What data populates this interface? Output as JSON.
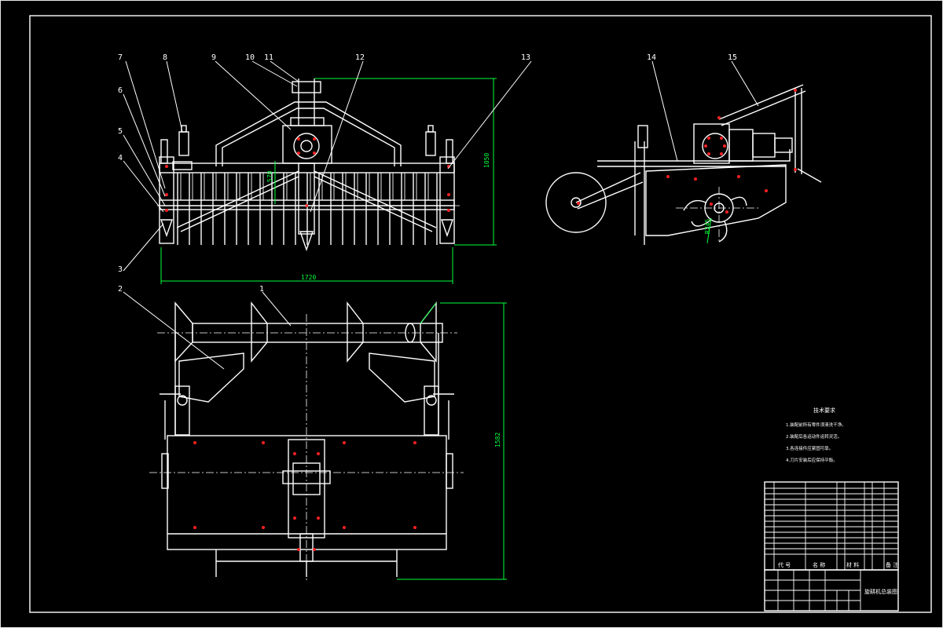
{
  "part_labels": [
    "1",
    "2",
    "3",
    "4",
    "5",
    "6",
    "7",
    "8",
    "9",
    "10",
    "11",
    "12",
    "13",
    "14",
    "15"
  ],
  "dimensions": {
    "front_width": "1720",
    "front_height": "1050",
    "plan_height": "1582",
    "shaft_height": "570",
    "side_radius": "R245"
  },
  "technical_requirements": {
    "title": "技术要求",
    "items": [
      "1.装配前所有零件须清洗干净。",
      "2.装配后各运动件运转灵活。",
      "3.各连接件应紧固可靠。",
      "4.刀片安装后应保持平衡。"
    ]
  },
  "title_block": {
    "header_code": "代 号",
    "header_name": "名 称",
    "header_material": "材 料",
    "header_note": "备 注",
    "drawing_title": "旋耕机总装图"
  },
  "colors": {
    "background": "#000000",
    "lines": "#ffffff",
    "dimensions": "#00ff3c",
    "bolt_marks": "#ff2020"
  }
}
